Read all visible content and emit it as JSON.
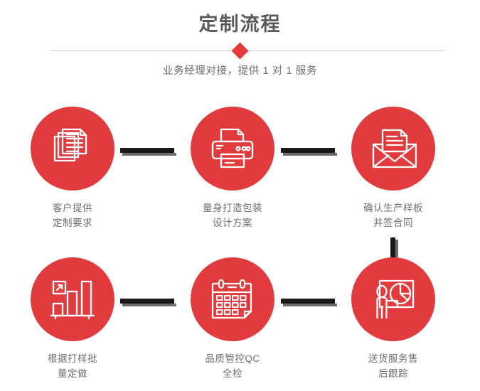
{
  "header": {
    "title": "定制流程",
    "subtitle": "业务经理对接，提供 1 对 1 服务",
    "divider_icon": "diamond-icon",
    "accent_color": "#e23b3e",
    "text_color": "#6e6e6e",
    "line_color": "#c9c9c9"
  },
  "flow": {
    "connector_color": "#1a1a1a",
    "connector_shadow_color": "#6b6b6b",
    "steps": [
      {
        "index": 1,
        "icon": "documents-stack-icon",
        "label": "客户提供\n定制要求"
      },
      {
        "index": 2,
        "icon": "printer-icon",
        "label": "量身打造包装\n设计方案"
      },
      {
        "index": 3,
        "icon": "open-envelope-document-icon",
        "label": "确认生产样板\n并签合同"
      },
      {
        "index": 4,
        "icon": "bar-chart-growth-icon",
        "label": "根据打样批\n量定做"
      },
      {
        "index": 5,
        "icon": "calendar-icon",
        "label": "品质管控QC\n全检"
      },
      {
        "index": 6,
        "icon": "presenter-pie-chart-icon",
        "label": "送货服务售\n后跟踪"
      }
    ]
  }
}
